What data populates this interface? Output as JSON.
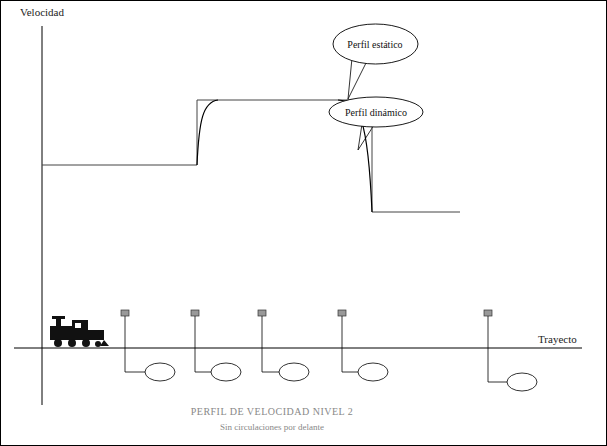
{
  "diagram": {
    "caption": "PERFIL DE VELOCIDAD NIVEL 2",
    "nodes": [
      {
        "text": [
          "Perfil estático"
        ]
      },
      {
        "text": [
          "Perfil dinámico"
        ]
      }
    ],
    "labels": [
      "Velocidad",
      "Trayecto",
      "Sin circulaciones por delante"
    ]
  }
}
